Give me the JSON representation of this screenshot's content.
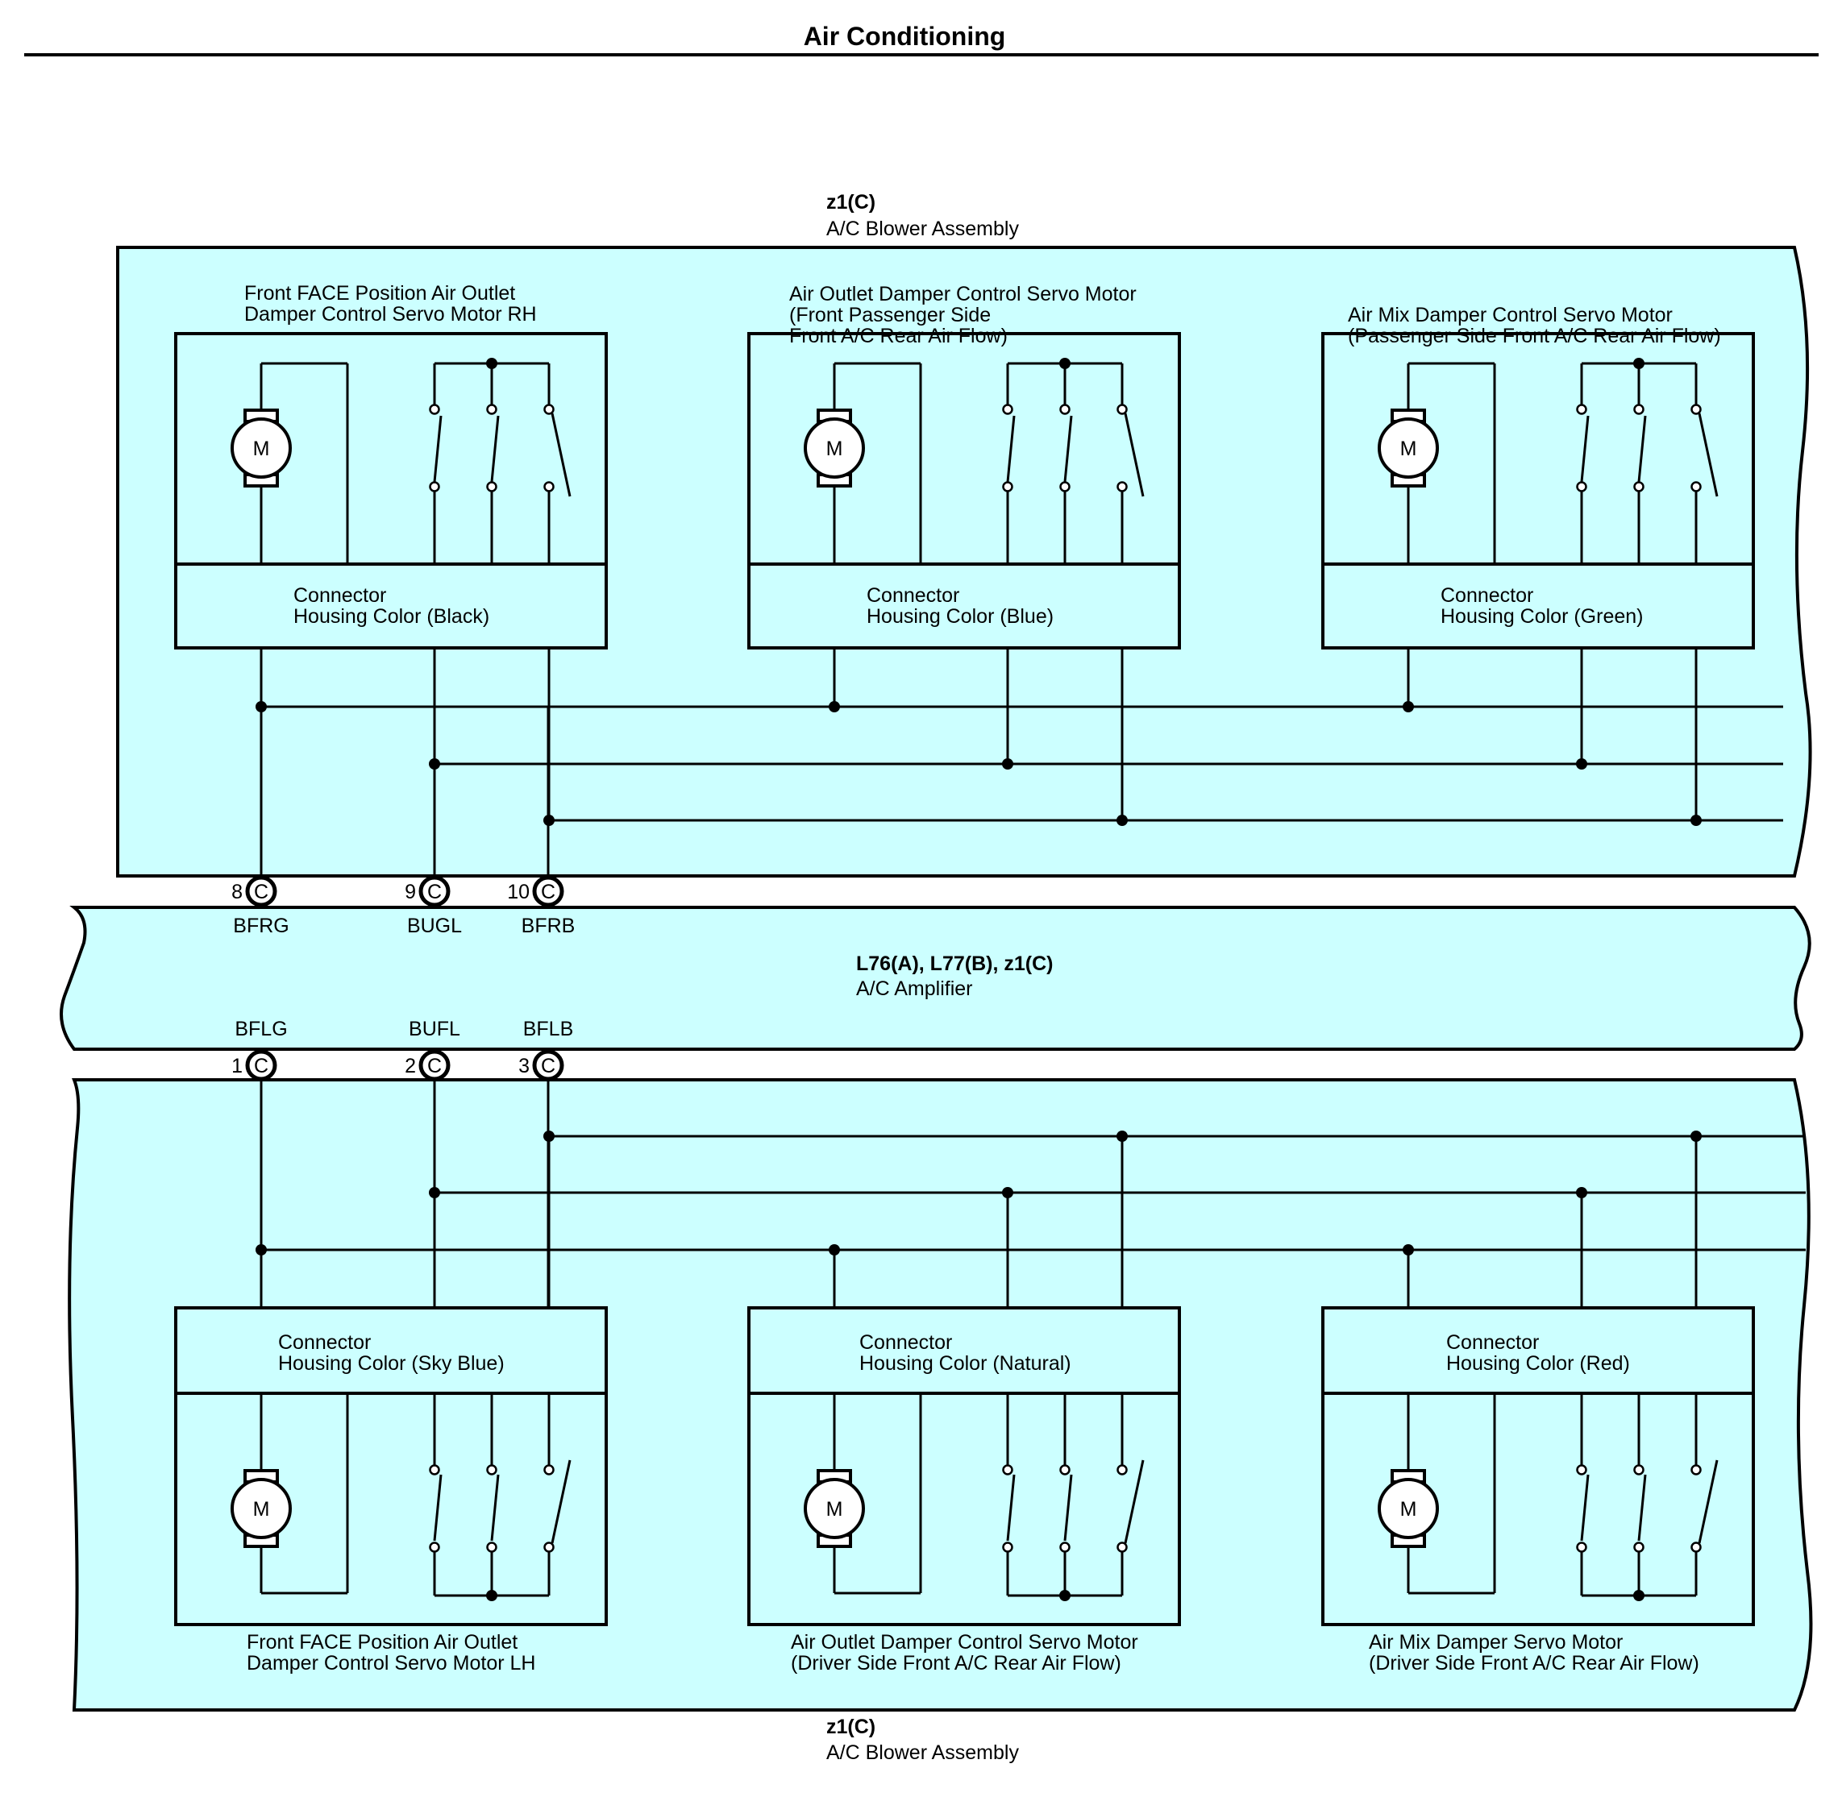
{
  "header": {
    "title": "Air Conditioning"
  },
  "colors": {
    "panel_fill": "#ccffff",
    "line": "#000000"
  },
  "top_assembly": {
    "code": "z1(C)",
    "name": "A/C Blower Assembly"
  },
  "bottom_assembly": {
    "code": "z1(C)",
    "name": "A/C Blower Assembly"
  },
  "amplifier": {
    "code": "L76(A), L77(B), z1(C)",
    "name": "A/C Amplifier"
  },
  "top_motors": [
    {
      "title_lines": [
        "Front FACE Position Air Outlet",
        "Damper Control Servo Motor RH"
      ],
      "connector_lines": [
        "Connector",
        "Housing Color (Black)"
      ]
    },
    {
      "title_lines": [
        "Air Outlet Damper Control Servo Motor",
        "(Front Passenger Side",
        " Front A/C Rear Air Flow)"
      ],
      "connector_lines": [
        "Connector",
        "Housing Color (Blue)"
      ]
    },
    {
      "title_lines": [
        "Air Mix Damper Control Servo Motor",
        "(Passenger Side Front A/C Rear Air Flow)"
      ],
      "connector_lines": [
        "Connector",
        "Housing Color (Green)"
      ]
    }
  ],
  "bottom_motors": [
    {
      "title_lines": [
        "Front FACE Position Air Outlet",
        "Damper Control Servo Motor LH"
      ],
      "connector_lines": [
        "Connector",
        "Housing Color (Sky Blue)"
      ]
    },
    {
      "title_lines": [
        "Air Outlet Damper Control Servo Motor",
        "(Driver Side Front A/C Rear Air Flow)"
      ],
      "connector_lines": [
        "Connector",
        "Housing Color (Natural)"
      ]
    },
    {
      "title_lines": [
        "Air Mix Damper Servo Motor",
        "(Driver Side Front A/C Rear Air Flow)"
      ],
      "connector_lines": [
        "Connector",
        "Housing Color (Red)"
      ]
    }
  ],
  "motor_symbol_label": "M",
  "top_pins": [
    {
      "number": "8",
      "connector": "C",
      "signal": "BFRG"
    },
    {
      "number": "9",
      "connector": "C",
      "signal": "BUGL"
    },
    {
      "number": "10",
      "connector": "C",
      "signal": "BFRB"
    }
  ],
  "bottom_pins": [
    {
      "number": "1",
      "connector": "C",
      "signal": "BFLG"
    },
    {
      "number": "2",
      "connector": "C",
      "signal": "BUFL"
    },
    {
      "number": "3",
      "connector": "C",
      "signal": "BFLB"
    }
  ]
}
